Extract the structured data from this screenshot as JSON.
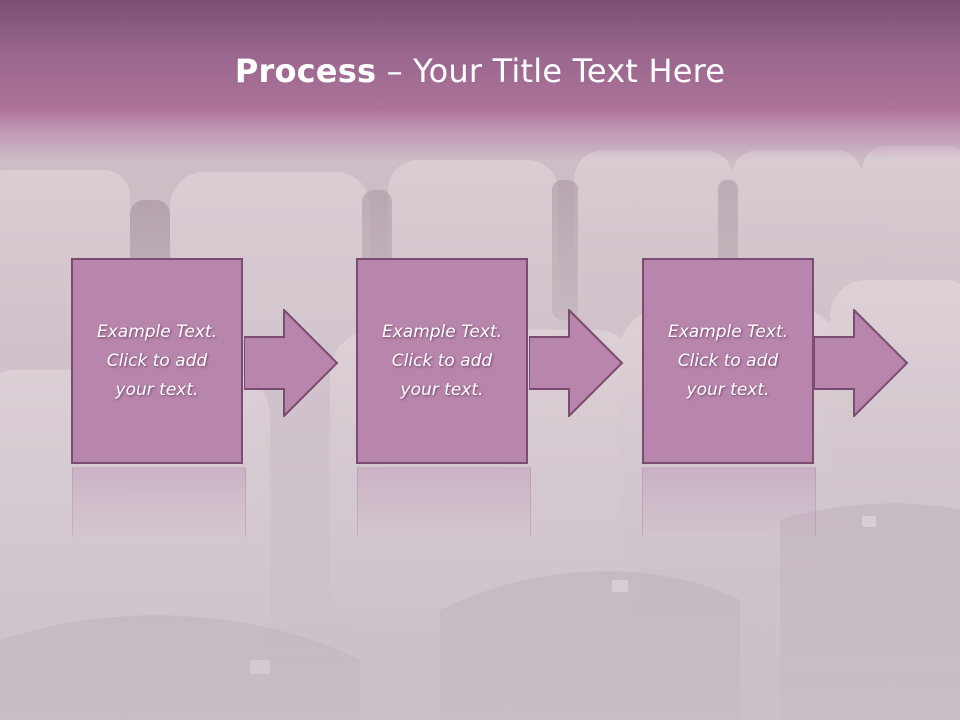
{
  "slide": {
    "title_bold": "Process",
    "title_rest": " – Your Title Text Here"
  },
  "steps": [
    {
      "line1": "Example Text.",
      "line2": "Click  to add",
      "line3": "your text."
    },
    {
      "line1": "Example Text.",
      "line2": "Click  to add",
      "line3": "your text."
    },
    {
      "line1": "Example Text.",
      "line2": "Click  to add",
      "line3": "your text."
    }
  ],
  "colors": {
    "header": "#9a6790",
    "box_fill": "#b885ac",
    "box_border": "#7a4c6f",
    "text": "#ffffff"
  },
  "icons": {
    "arrow": "right-arrow-icon",
    "background": "cinema-seats-image"
  }
}
